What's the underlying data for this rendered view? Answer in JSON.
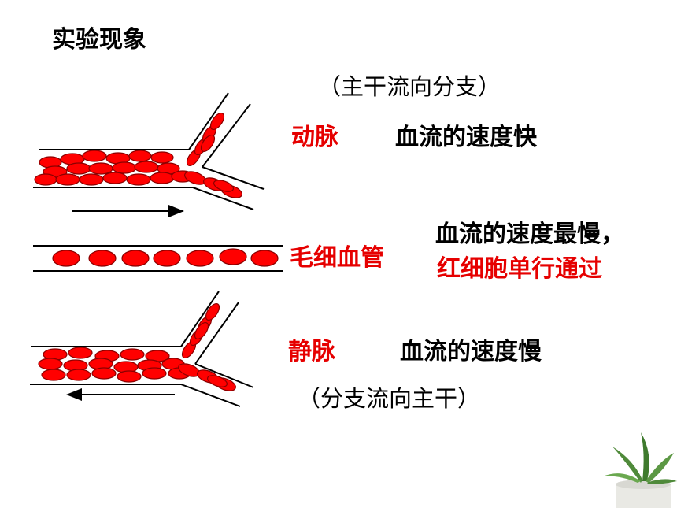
{
  "title": "实验现象",
  "artery": {
    "flow_note": "（主干流向分支）",
    "label": "动脉",
    "speed": "血流的速度快"
  },
  "capillary": {
    "label": "毛细血管",
    "speed_line1": "血流的速度最慢，",
    "speed_line2": "红细胞单行通过"
  },
  "vein": {
    "label": "静脉",
    "speed": "血流的速度慢",
    "flow_note": "（分支流向主干）"
  },
  "colors": {
    "red_cell": "#ff0000",
    "cell_outline": "#8b0000",
    "label_red": "#e60000",
    "vessel_wall": "#000000"
  }
}
